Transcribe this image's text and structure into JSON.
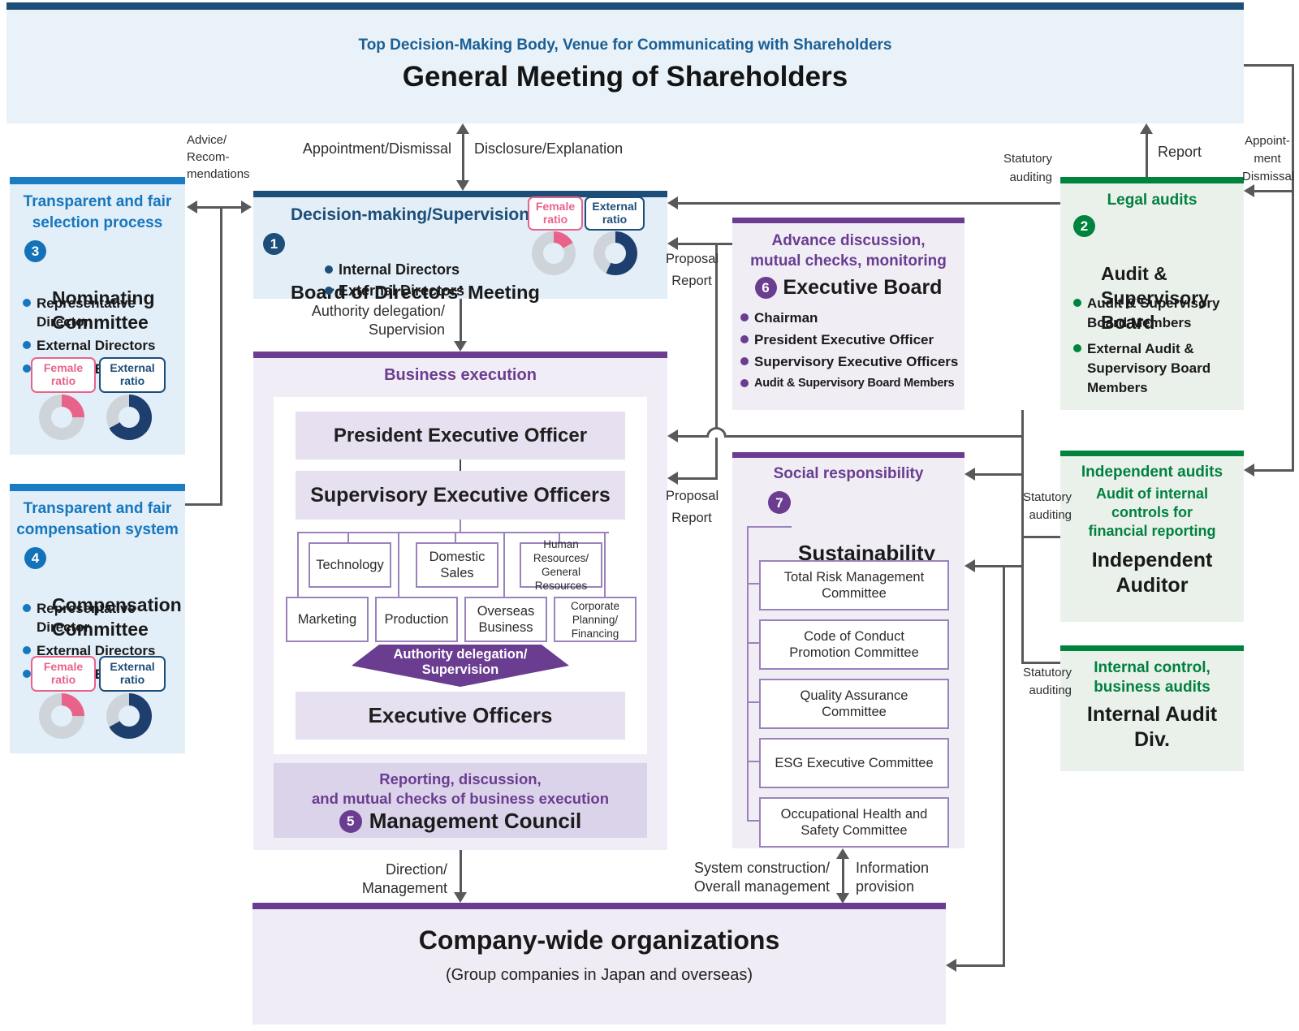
{
  "gms": {
    "tagline": "Top Decision-Making Body, Venue for Communicating with Shareholders",
    "title": "General Meeting of Shareholders"
  },
  "left_top": {
    "header": "Transparent and fair\nselection process",
    "num": "3",
    "name": "Nominating\nCommittee",
    "bullets": [
      "Representative Director",
      "External Directors",
      "External Experts"
    ]
  },
  "left_bottom": {
    "header": "Transparent and fair\ncompensation system",
    "num": "4",
    "name": "Compensation\nCommittee",
    "bullets": [
      "Representative Director",
      "External Directors",
      "External Experts"
    ]
  },
  "board": {
    "subtitle": "Decision-making/Supervision",
    "num": "1",
    "name": "Board of Directors’ Meeting",
    "bullets": [
      "Internal Directors",
      "External Directors"
    ]
  },
  "business": {
    "header": "Business execution",
    "president": "President Executive Officer",
    "supervisory": "Supervisory Executive Officers",
    "divisions_row1": [
      "Technology",
      "Domestic\nSales",
      "Human Resources/\nGeneral Resources"
    ],
    "divisions_row2": [
      "Marketing",
      "Production",
      "Overseas\nBusiness",
      "Corporate Planning/\nFinancing"
    ],
    "chevron": "Authority delegation/\nSupervision",
    "executive_officers": "Executive Officers",
    "council": {
      "subtitle": "Reporting, discussion,\nand mutual checks of business execution",
      "num": "5",
      "name": "Management Council"
    }
  },
  "exec_board": {
    "subtitle": "Advance discussion,\nmutual checks, monitoring",
    "num": "6",
    "name": "Executive Board",
    "bullets": [
      "Chairman",
      "President Executive Officer",
      "Supervisory Executive Officers",
      "Audit & Supervisory Board Members"
    ]
  },
  "sustainability": {
    "subtitle": "Social responsibility",
    "num": "7",
    "name": "Sustainability\nCommittee",
    "committees": [
      "Total Risk Management\nCommittee",
      "Code of Conduct\nPromotion Committee",
      "Quality Assurance\nCommittee",
      "ESG Executive Committee",
      "Occupational Health and\nSafety Committee"
    ]
  },
  "audit_board": {
    "subtitle": "Legal audits",
    "num": "2",
    "name": "Audit &\nSupervisory\nBoard",
    "bullets": [
      "Audit & Supervisory\nBoard Members",
      "External Audit &\nSupervisory Board\nMembers"
    ]
  },
  "independent": {
    "subtitle": "Independent audits",
    "scope": "Audit of internal\ncontrols for\nfinancial reporting",
    "name": "Independent\nAuditor"
  },
  "internal_audit": {
    "subtitle": "Internal control,\nbusiness audits",
    "name": "Internal Audit\nDiv."
  },
  "company_wide": {
    "title": "Company-wide organizations",
    "subtitle": "(Group companies in Japan and overseas)"
  },
  "badges": {
    "female": "Female\nratio",
    "external": "External\nratio"
  },
  "connectors": {
    "advice": "Advice/\nRecom-\nmendations",
    "appointment_dismissal": "Appointment/Dismissal",
    "disclosure_explanation": "Disclosure/Explanation",
    "authority_delegation": "Authority delegation/\nSupervision",
    "statutory_auditing": "Statutory\nauditing",
    "report": "Report",
    "appointment_dismissal_side": "Appoint-\nment\nDismissal",
    "proposal_report": "Proposal\nReport",
    "direction_management": "Direction/\nManagement",
    "system_construction": "System construction/\nOverall management",
    "information_provision": "Information\nprovision"
  },
  "chart_data": {
    "type": "donut",
    "donuts": {
      "board_female": {
        "label": "Female ratio (Board of Directors)",
        "percent": 17,
        "color": "#e8638a",
        "track": "#cfd4da"
      },
      "board_external": {
        "label": "External ratio (Board of Directors)",
        "percent": 57,
        "color": "#1e3f6e",
        "track": "#cfd4da"
      },
      "nominating_female": {
        "label": "Female ratio (Nominating)",
        "percent": 25,
        "color": "#e8638a",
        "track": "#cfd4da"
      },
      "nominating_external": {
        "label": "External ratio (Nominating)",
        "percent": 67,
        "color": "#1e3f6e",
        "track": "#cfd4da"
      },
      "compensation_female": {
        "label": "Female ratio (Compensation)",
        "percent": 25,
        "color": "#e8638a",
        "track": "#cfd4da"
      },
      "compensation_external": {
        "label": "External ratio (Compensation)",
        "percent": 67,
        "color": "#1e3f6e",
        "track": "#cfd4da"
      }
    }
  }
}
